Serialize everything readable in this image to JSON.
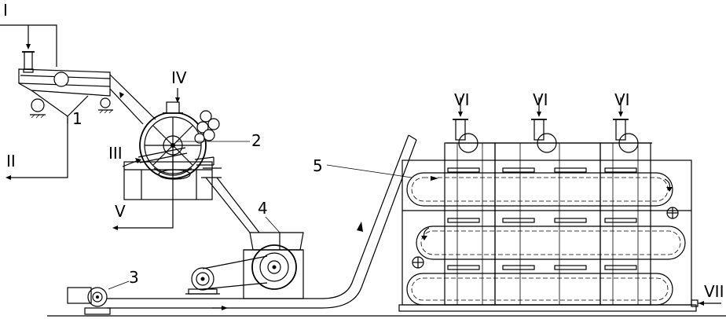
{
  "stream_labels": {
    "I": "I",
    "II": "II",
    "III": "III",
    "IV": "IV",
    "V": "V",
    "VI": "VI",
    "VII": "VII"
  },
  "unit_numbers": {
    "n1": "1",
    "n2": "2",
    "n3": "3",
    "n4": "4",
    "n5": "5"
  }
}
